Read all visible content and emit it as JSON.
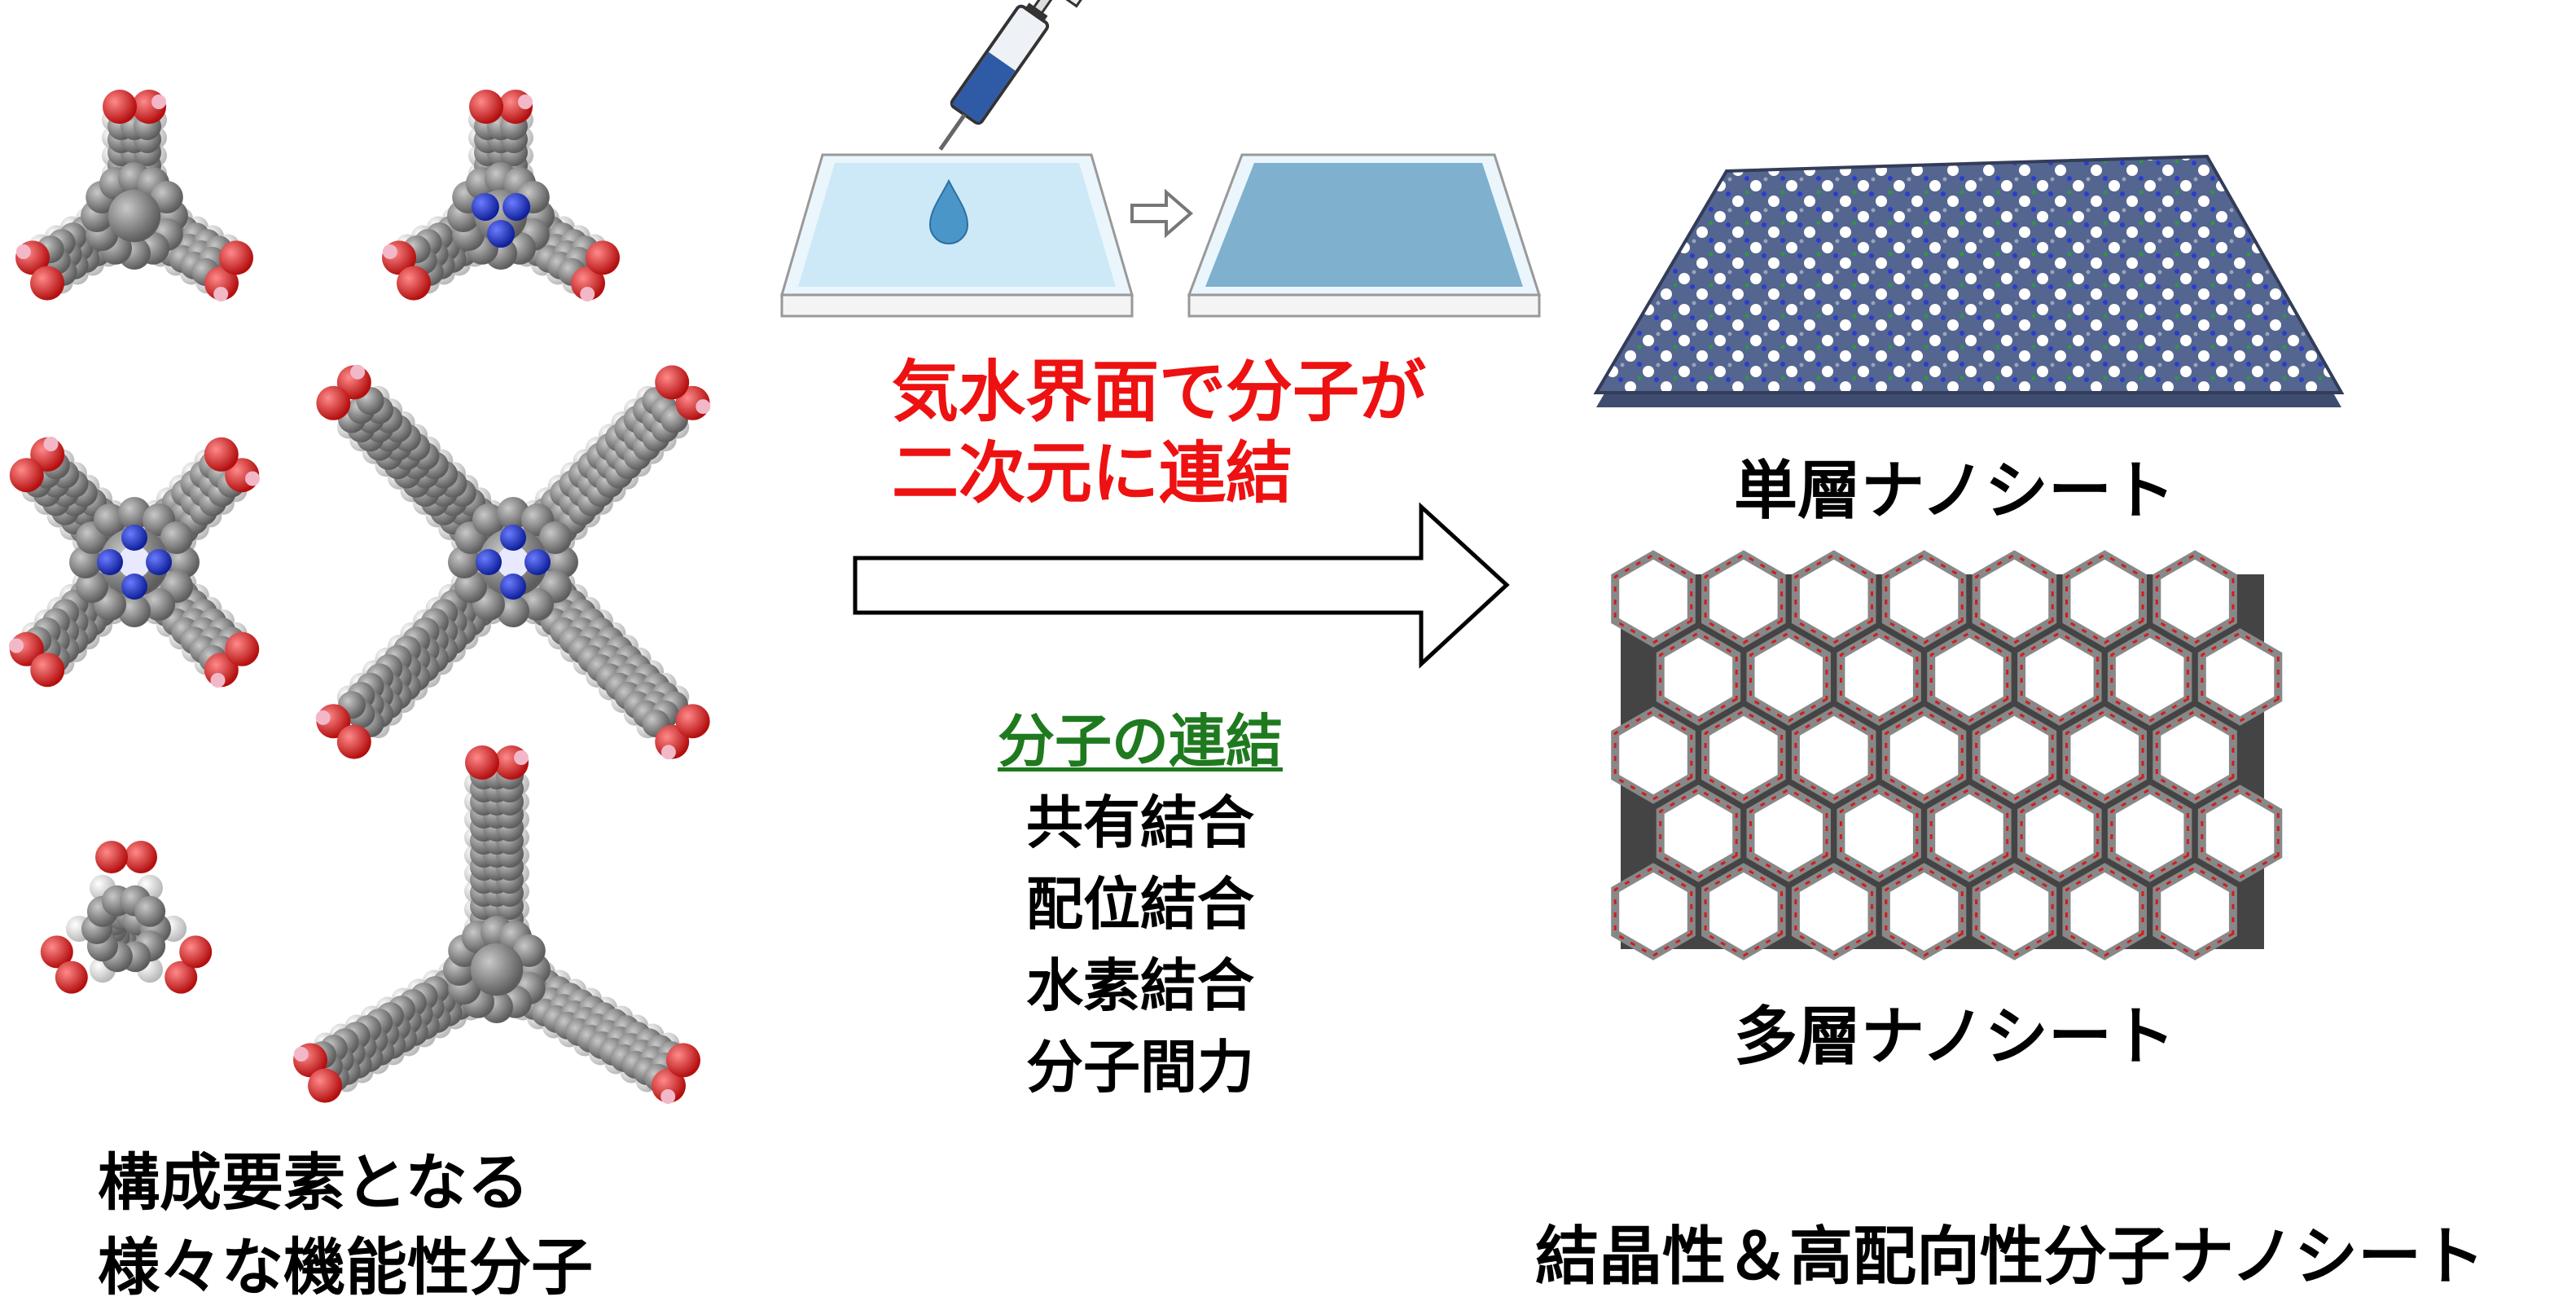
{
  "left_caption": {
    "line1": "構成要素となる",
    "line2": "様々な機能性分子"
  },
  "process_text": {
    "line1": "気水界面で分子が",
    "line2": "二次元に連結"
  },
  "linkage": {
    "heading": "分子の連結",
    "types": [
      "共有結合",
      "配位結合",
      "水素結合",
      "分子間力"
    ]
  },
  "results": {
    "monolayer_label": "単層ナノシート",
    "multilayer_label": "多層ナノシート",
    "title": "結晶性＆高配向性分子ナノシート"
  },
  "colors": {
    "accent_red": "#ee1111",
    "heading_green": "#1f7a1f",
    "oxygen": "#dd1818",
    "nitrogen": "#1c2fd8",
    "carbon": "#8a8a8a",
    "hydrogen": "#e6e6e6",
    "water": "#cde9f7",
    "film": "#7fb0cd"
  }
}
